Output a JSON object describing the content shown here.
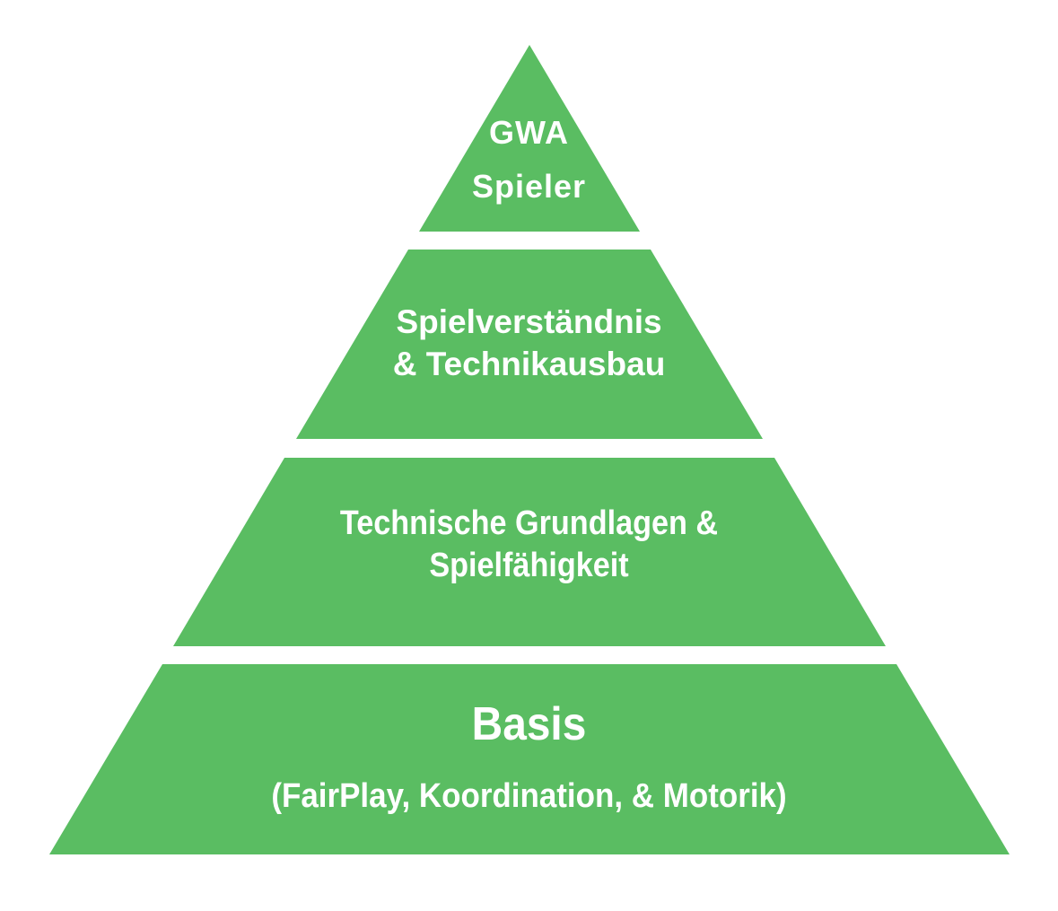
{
  "colors": {
    "pyramid_green": "#5abd62",
    "text_white": "#ffffff",
    "background": "#ffffff"
  },
  "pyramid": {
    "type": "pyramid",
    "levels": [
      {
        "position": "top",
        "lines": [
          "GWA",
          "Spieler"
        ]
      },
      {
        "position": "second",
        "lines": [
          "Spielverständnis",
          "& Technikausbau"
        ]
      },
      {
        "position": "third",
        "lines": [
          "Technische Grundlagen &",
          "Spielfähigkeit"
        ]
      },
      {
        "position": "base",
        "lines": [
          "Basis",
          "(FairPlay, Koordination, & Motorik)"
        ]
      }
    ]
  }
}
